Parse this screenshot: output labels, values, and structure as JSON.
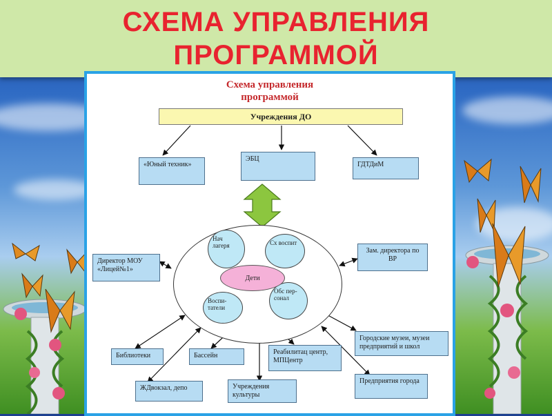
{
  "slide": {
    "title_line1": "СХЕМА УПРАВЛЕНИЯ",
    "title_line2": "ПРОГРАММОЙ"
  },
  "diagram": {
    "title_line1": "Схема управления",
    "title_line2": "программой",
    "top": "Учреждения ДО",
    "level2": [
      "«Юный техник»",
      "ЭБЦ",
      "ГДТДиМ"
    ],
    "center": "Дети",
    "petals": [
      "Нач лагеря",
      "Сх воспит",
      "Воспи-татели",
      "Обс пер-сонал"
    ],
    "left_box": "Директор МОУ «Лицей№1»",
    "right_box": "Зам. директора по ВР",
    "bottom_boxes": [
      "Библиотеки",
      "Бассейн",
      "Реабилитац центр, МПЦентр",
      "Городские музеи, музеи предприятий и школ",
      "ЖДвокзал, депо",
      "Учреждения культуры",
      "Предприятия города"
    ]
  },
  "colors": {
    "title_red": "#e8232f",
    "panel_border": "#2aa2e6",
    "box_fill": "#b7dcf3",
    "top_box_fill": "#fbf7b0",
    "petal_fill": "#bfe8f6",
    "center_fill": "#f5b1d8",
    "bidirectional_arrow": "#8cc63f"
  }
}
